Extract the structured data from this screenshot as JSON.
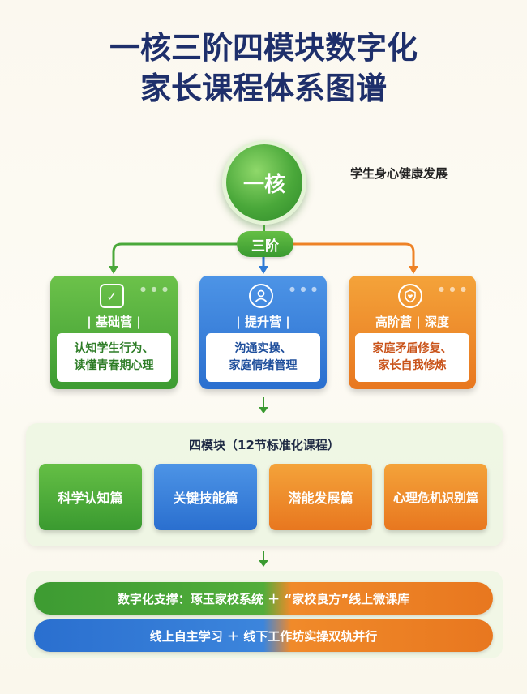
{
  "title": {
    "line1": "一核三阶四模块数字化",
    "line2": "家长课程体系图谱"
  },
  "core": {
    "label": "一核",
    "caption": "学生身心健康发展"
  },
  "stages_label": "三阶",
  "stages": [
    {
      "title": "| 基础营 |",
      "desc_line1": "认知学生行为、",
      "desc_line2": "读懂青春期心理",
      "icon": "checkbox-icon",
      "color": "#4aa83a"
    },
    {
      "title": "| 提升营 |",
      "desc_line1": "沟通实操、",
      "desc_line2": "家庭情绪管理",
      "icon": "person-icon",
      "color": "#2f7bd6"
    },
    {
      "title": "高阶营 | 深度",
      "desc_line1": "家庭矛盾修复、",
      "desc_line2": "家长自我修炼",
      "icon": "shield-heart-icon",
      "color": "#ee8226"
    }
  ],
  "modules": {
    "title": "四模块（12节标准化课程）",
    "items": [
      "科学认知篇",
      "关键技能篇",
      "潜能发展篇",
      "心理危机识别篇"
    ]
  },
  "support": {
    "bar1": "数字化支撑：琢玉家校系统 ＋ “家校良方”线上微课库",
    "bar2": "线上自主学习 ＋ 线下工作坊实操双轨并行"
  },
  "colors": {
    "title": "#1e2f6b",
    "green": "#4aa83a",
    "blue": "#2f7bd6",
    "orange": "#ee8226",
    "background": "#fbf8ef"
  }
}
